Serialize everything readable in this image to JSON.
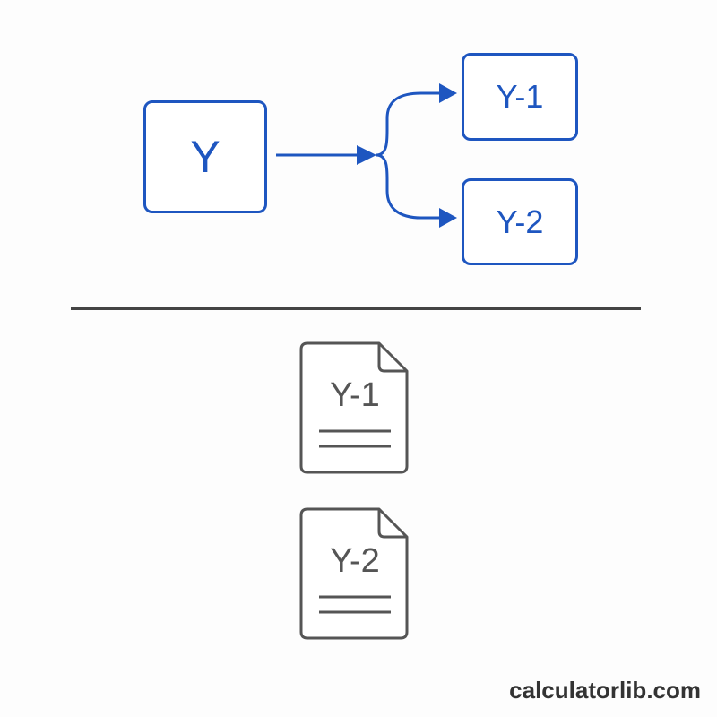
{
  "diagram": {
    "source_node": {
      "label": "Y"
    },
    "outputs": [
      {
        "label": "Y-1"
      },
      {
        "label": "Y-2"
      }
    ]
  },
  "documents": [
    {
      "label": "Y-1"
    },
    {
      "label": "Y-2"
    }
  ],
  "watermark": {
    "text": "calculatorlib.com"
  },
  "colors": {
    "accent": "#1e56c0",
    "document_stroke": "#555555",
    "divider": "#444444"
  }
}
